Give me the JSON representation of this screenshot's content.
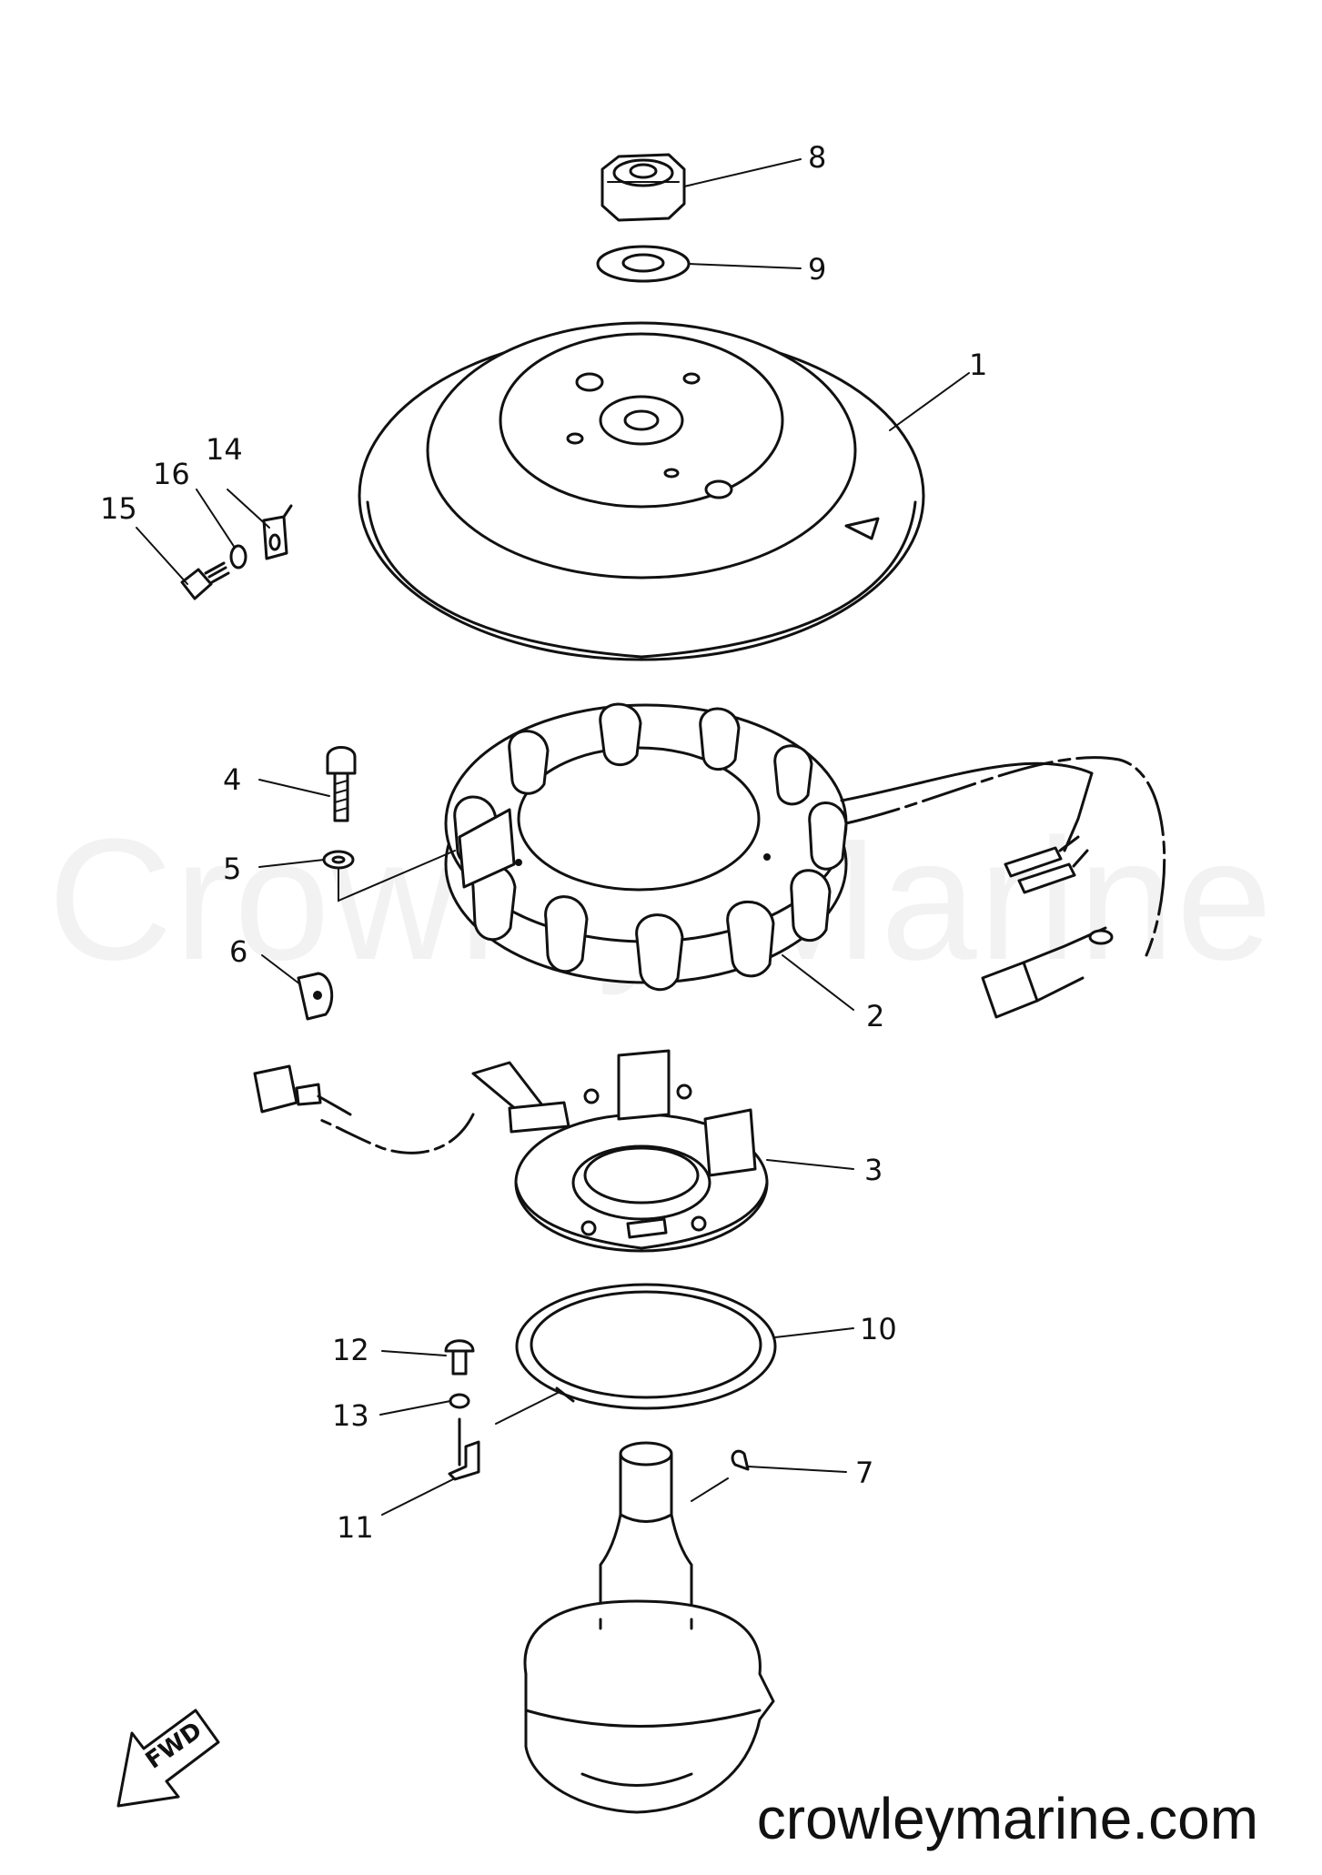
{
  "watermark": "Crowley Marine",
  "website": "crowleymarine.com",
  "direction_label": "FWD",
  "callouts": {
    "c1": "1",
    "c2": "2",
    "c3": "3",
    "c4": "4",
    "c5": "5",
    "c6": "6",
    "c7": "7",
    "c8": "8",
    "c9": "9",
    "c10": "10",
    "c11": "11",
    "c12": "12",
    "c13": "13",
    "c14": "14",
    "c15": "15",
    "c16": "16"
  }
}
